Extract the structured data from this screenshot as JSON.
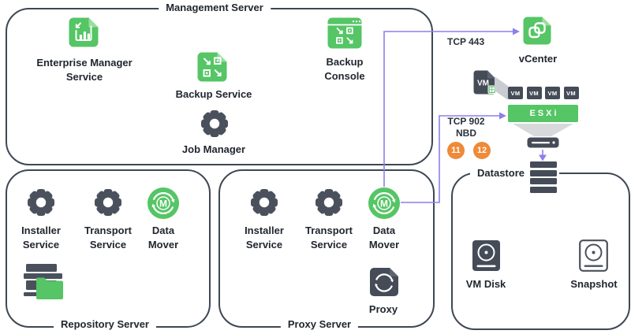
{
  "colors": {
    "green": "#55C565",
    "green_light": "#9ADE9D",
    "dark_slate": "#454C58",
    "icon_gray": "#4A515D",
    "border": "#3E4753",
    "purple": "#8E7FED",
    "orange": "#EE8A38",
    "text": "#21262F",
    "beam_gray": "#C9CCD1",
    "funnel_gray": "#D8D9DB"
  },
  "management": {
    "title": "Management Server",
    "items": [
      {
        "label": "Enterprise Manager\nService",
        "icon": "enterprise-manager-icon"
      },
      {
        "label": "Backup Service",
        "icon": "backup-service-icon"
      },
      {
        "label": "Job Manager",
        "icon": "gear-icon"
      },
      {
        "label": "Backup\nConsole",
        "icon": "backup-console-icon"
      }
    ]
  },
  "repository": {
    "title": "Repository Server",
    "services": [
      {
        "label": "Installer\nService",
        "icon": "gear-icon"
      },
      {
        "label": "Transport\nService",
        "icon": "gear-icon"
      },
      {
        "label": "Data\nMover",
        "icon": "data-mover-icon",
        "letter": "M"
      }
    ],
    "extra_icon": "repository-files-icon"
  },
  "proxy": {
    "title": "Proxy Server",
    "services": [
      {
        "label": "Installer\nService",
        "icon": "gear-icon"
      },
      {
        "label": "Transport\nService",
        "icon": "gear-icon"
      },
      {
        "label": "Data\nMover",
        "icon": "data-mover-icon",
        "letter": "M"
      }
    ],
    "node_label": "Proxy",
    "node_icon": "proxy-icon"
  },
  "datastore": {
    "title": "Datastore",
    "items": [
      {
        "label": "VM Disk",
        "icon": "vm-disk-icon"
      },
      {
        "label": "Snapshot",
        "icon": "snapshot-icon"
      }
    ]
  },
  "vmware": {
    "vcenter_label": "vCenter",
    "vm_label": "VM",
    "vm_chips": [
      "VM",
      "VM",
      "VM",
      "VM"
    ],
    "esxi_label": "ESXi"
  },
  "connections": {
    "tcp443": "TCP 443",
    "tcp902": "TCP 902",
    "nbd": "NBD",
    "badges": [
      "11",
      "12"
    ]
  }
}
